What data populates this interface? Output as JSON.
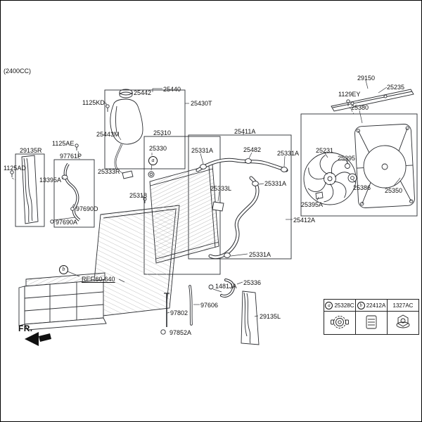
{
  "header": {
    "engine_code": "(2400CC)"
  },
  "diagram": {
    "fr_label": "FR.",
    "ref_label": "REF.60-640",
    "markers": {
      "a": "a",
      "b": "b"
    },
    "labels": {
      "l25442": "25442",
      "l25440": "25440",
      "l1125kd": "1125KD",
      "l25430t": "25430T",
      "l25443m": "25443M",
      "l1125ae": "1125AE",
      "l25310": "25310",
      "l25330": "25330",
      "l25411a": "25411A",
      "l25331a_1": "25331A",
      "l25482": "25482",
      "l25331a_2": "25331A",
      "l29150": "29150",
      "l1129ey": "1129EY",
      "l25235": "25235",
      "l25380": "25380",
      "l25231": "25231",
      "l25395": "25395",
      "l25386": "25386",
      "l25350": "25350",
      "l29135r": "29135R",
      "l97761p": "97761P",
      "l13395a": "13395A",
      "l25333r": "25333R",
      "l1125ad": "1125AD",
      "l25318": "25318",
      "l25333l": "25333L",
      "l25331a_3": "25331A",
      "l25395a": "25395A",
      "l97690d": "97690D",
      "l97690a": "97690A",
      "l25412a": "25412A",
      "l25331a_4": "25331A",
      "l25336": "25336",
      "l1481ja": "1481JA",
      "l97606": "97606",
      "l97802": "97802",
      "l29135l": "29135L",
      "l97852a": "97852A"
    }
  },
  "legend": {
    "cells": [
      {
        "marker": "a",
        "part": "25328C",
        "icon": "radiator-cap-icon"
      },
      {
        "marker": "b",
        "part": "22412A",
        "icon": "caution-label-icon"
      },
      {
        "marker": "",
        "part": "1327AC",
        "icon": "flange-nut-icon"
      }
    ]
  }
}
